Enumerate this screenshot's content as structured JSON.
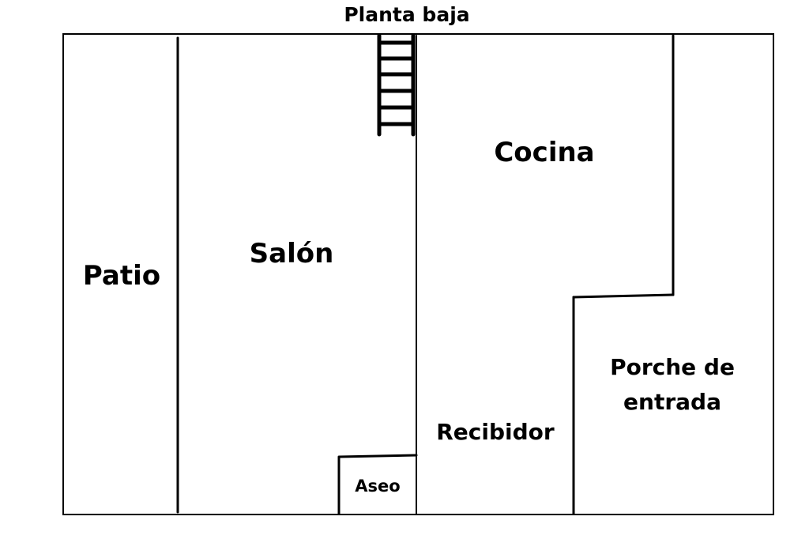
{
  "title": "Planta baja",
  "rooms": {
    "patio": "Patio",
    "salon": "Salón",
    "cocina": "Cocina",
    "porche_line1": "Porche de",
    "porche_line2": "entrada",
    "recibidor": "Recibidor",
    "aseo": "Aseo"
  },
  "colors": {
    "line": "#000000",
    "background": "#ffffff"
  },
  "icons": {
    "stairs": "stairs-icon"
  }
}
